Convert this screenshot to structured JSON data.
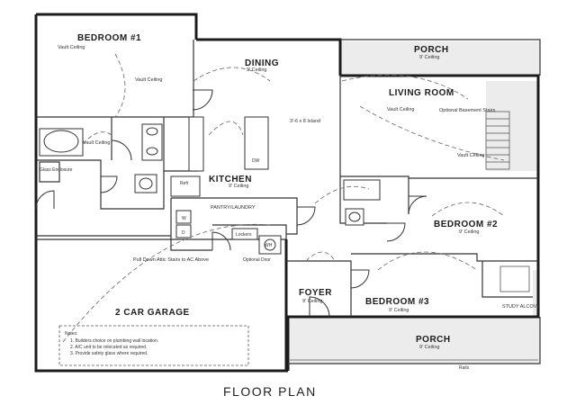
{
  "title": "FLOOR PLAN",
  "rooms": {
    "bedroom1": {
      "name": "BEDROOM #1",
      "ceiling": "Vault Ceiling"
    },
    "dining": {
      "name": "DINING",
      "ceiling": "9' Ceiling"
    },
    "porch_top": {
      "name": "PORCH",
      "ceiling": "9' Ceiling"
    },
    "living": {
      "name": "LIVING ROOM",
      "ceiling": "Vault Ceiling"
    },
    "kitchen": {
      "name": "KITCHEN",
      "ceiling": "9' Ceiling"
    },
    "pantry": {
      "name": "PANTRY/LAUNDRY"
    },
    "bedroom2": {
      "name": "BEDROOM #2",
      "ceiling": "9' Ceiling"
    },
    "garage": {
      "name": "2 CAR GARAGE"
    },
    "foyer": {
      "name": "FOYER",
      "ceiling": "9' Ceiling"
    },
    "bedroom3": {
      "name": "BEDROOM #3",
      "ceiling": "9' Ceiling"
    },
    "study": {
      "name": "STUDY ALCOVE"
    },
    "porch_bottom": {
      "name": "PORCH",
      "ceiling": "9' Ceiling"
    }
  },
  "annotations": {
    "vault_ceiling_a": "Vault Ceiling",
    "vault_ceiling_bath": "Vault Ceiling",
    "vault_ceiling_living": "Vault Ceiling",
    "island": "3'-6 x 8 Island",
    "basement_stairs": "Optional Basement Stairs",
    "attic_stairs": "Pull Down Attic Stairs to AC Above",
    "optional_door": "Optional Door",
    "glass_enclosure": "Glass Enclosure",
    "lockers": "Lockers",
    "wh": "WH",
    "refrigerator": "Refr",
    "dw": "DW",
    "rails": "Rails",
    "washer": "W",
    "dryer": "D"
  },
  "notes": {
    "heading": "Notes:",
    "items": [
      "1. Builders choice on plumbing wall location.",
      "2. A/C unit to be relocated as required.",
      "3. Provide safety glass where required."
    ]
  }
}
